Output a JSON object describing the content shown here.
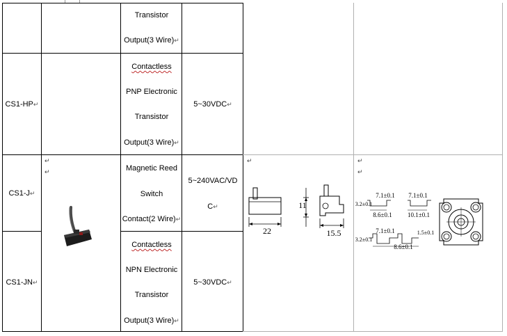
{
  "table": {
    "rows": [
      {
        "model": "",
        "output_lines": [
          "Transistor",
          "Output(3 Wire)"
        ],
        "voltage": ""
      },
      {
        "model": "CS1-HP",
        "output_lines": [
          "Contactless",
          "PNP Electronic",
          "Transistor",
          "Output(3 Wire)"
        ],
        "voltage": "5~30VDC"
      },
      {
        "model": "CS1-J",
        "output_lines": [
          "Magnetic Reed",
          "Switch",
          "Contact(2 Wire)"
        ],
        "voltage_lines": [
          "5~240VAC/VD",
          "C"
        ]
      },
      {
        "model": "CS1-JN",
        "output_lines": [
          "Contactless",
          "NPN Electronic",
          "Transistor",
          "Output(3 Wire)"
        ],
        "voltage": "5~30VDC"
      }
    ],
    "para_mark": "↵",
    "dot_mark": "↵"
  },
  "dimensions": {
    "width": "22",
    "height": "11",
    "depth": "15.5"
  },
  "mounting": {
    "labels": [
      "7.1±0.1",
      "7.1±0.1",
      "3.2±0.1",
      "8.6±0.1",
      "10.1±0.1",
      "7.1±0.1",
      "1.5±0.1",
      "3.2±0.1",
      "8.6±0.1"
    ]
  }
}
